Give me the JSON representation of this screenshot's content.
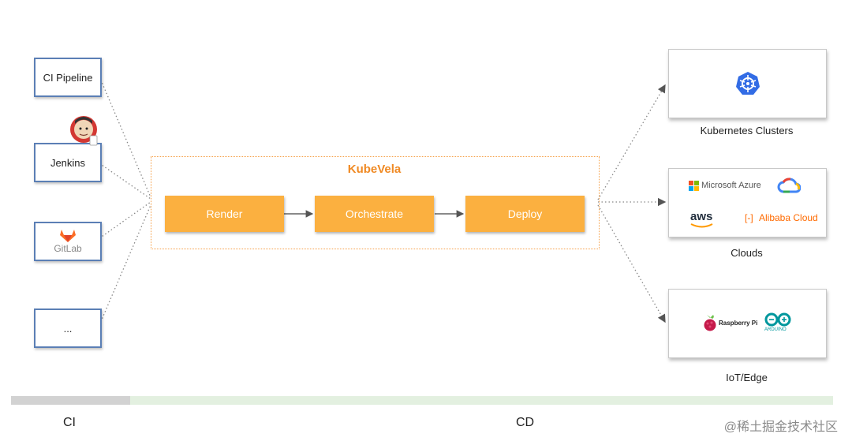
{
  "sources": {
    "ci_pipeline": "CI Pipeline",
    "jenkins": "Jenkins",
    "gitlab": "GitLab",
    "more": "..."
  },
  "kubevela": {
    "title": "KubeVela",
    "stages": [
      "Render",
      "Orchestrate",
      "Deploy"
    ]
  },
  "targets": {
    "kubernetes": "Kubernetes Clusters",
    "clouds": "Clouds",
    "iot": "IoT/Edge"
  },
  "cloud_logos": {
    "azure": "Microsoft Azure",
    "aws": "aws",
    "alibaba": "Alibaba Cloud"
  },
  "iot_logos": {
    "raspberry": "Raspberry Pi",
    "arduino": "ARDUINO"
  },
  "phases": {
    "ci": "CI",
    "cd": "CD"
  },
  "watermark": "@稀土掘金技术社区",
  "colors": {
    "stage_fill": "#fbb040",
    "kubevela_title": "#f08a24",
    "source_border": "#5b7fb5",
    "cd_bar": "#e3f0e0",
    "ci_bar": "#d2d2d2"
  }
}
